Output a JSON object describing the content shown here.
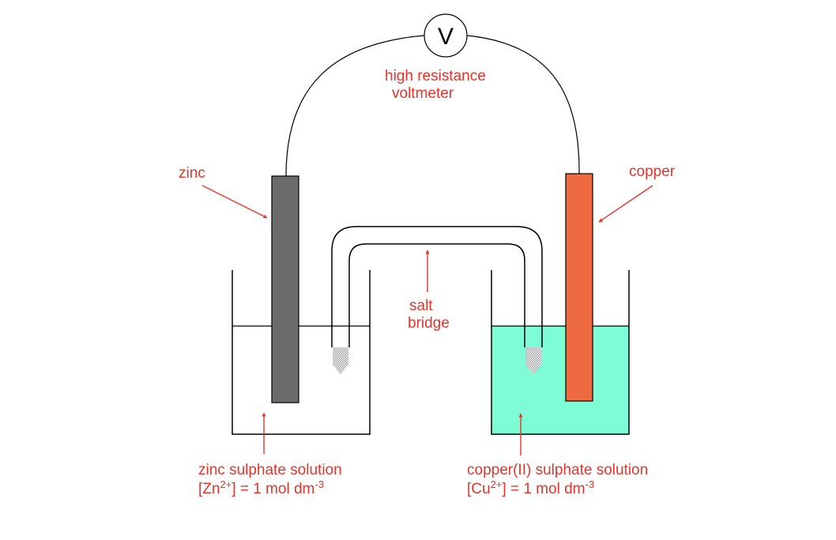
{
  "labels": {
    "voltmeter_symbol": "V",
    "voltmeter_line1": "high resistance",
    "voltmeter_line2": "voltmeter",
    "zinc": "zinc",
    "copper": "copper",
    "salt_line1": "salt",
    "salt_line2": "bridge",
    "zinc_solution": {
      "name": "zinc sulphate solution",
      "conc_open": "[Zn",
      "conc_charge": "2+",
      "conc_mid": "] = 1 mol dm",
      "conc_exp": "-3"
    },
    "copper_solution": {
      "name": "copper(II) sulphate solution",
      "conc_open": "[Cu",
      "conc_charge": "2+",
      "conc_mid": "] = 1 mol dm",
      "conc_exp": "-3"
    }
  },
  "colors": {
    "label": "#e8332a",
    "zinc_electrode": "#6b6b6b",
    "copper_electrode": "#ee6a40",
    "copper_solution": "#7dfcd6",
    "line": "#000000"
  }
}
